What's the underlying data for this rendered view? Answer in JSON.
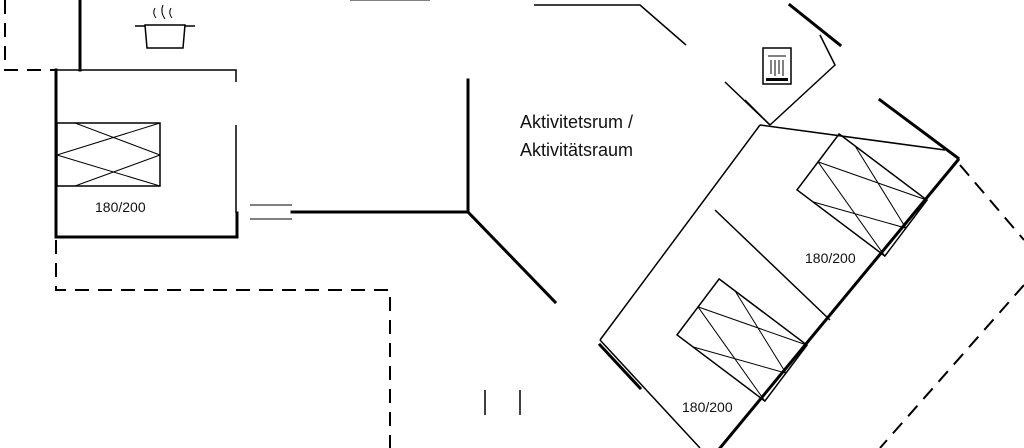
{
  "rooms": {
    "activity_room_line1": "Aktivitetsrum /",
    "activity_room_line2": "Aktivitätsraum"
  },
  "beds": [
    {
      "size": "180/200"
    },
    {
      "size": "180/200"
    },
    {
      "size": "180/200"
    }
  ],
  "icons": {
    "kitchen": "cooking-pot-icon",
    "shower": "shower-icon"
  }
}
